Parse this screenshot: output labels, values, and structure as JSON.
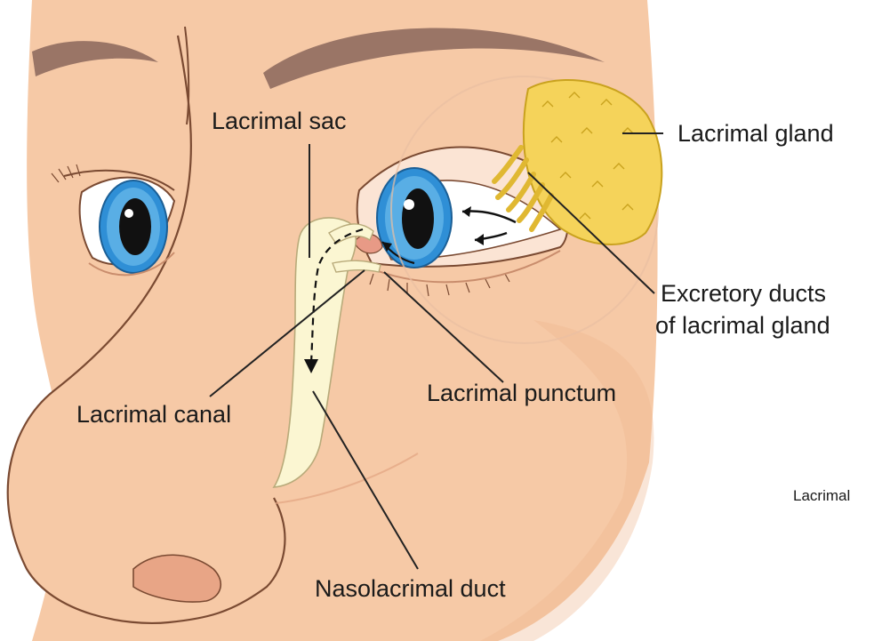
{
  "labels": {
    "lacrimal_sac": "Lacrimal sac",
    "lacrimal_gland": "Lacrimal gland",
    "excretory_ducts_line1": "Excretory ducts",
    "excretory_ducts_line2": "of lacrimal gland",
    "lacrimal_punctum": "Lacrimal punctum",
    "lacrimal_canal": "Lacrimal canal",
    "nasolacrimal_duct": "Nasolacrimal duct",
    "caption": "Lacrimal"
  },
  "colors": {
    "skin": "#f6c9a6",
    "skin_shadow": "#eeb48c",
    "outline": "#7a4a32",
    "brow": "#9a7566",
    "iris": "#2f8fd6",
    "iris_light": "#7cc8f2",
    "pupil": "#111111",
    "gland": "#f5d35a",
    "gland_outline": "#c9a21e",
    "duct": "#fbf6d2",
    "caruncle": "#e89a86"
  }
}
